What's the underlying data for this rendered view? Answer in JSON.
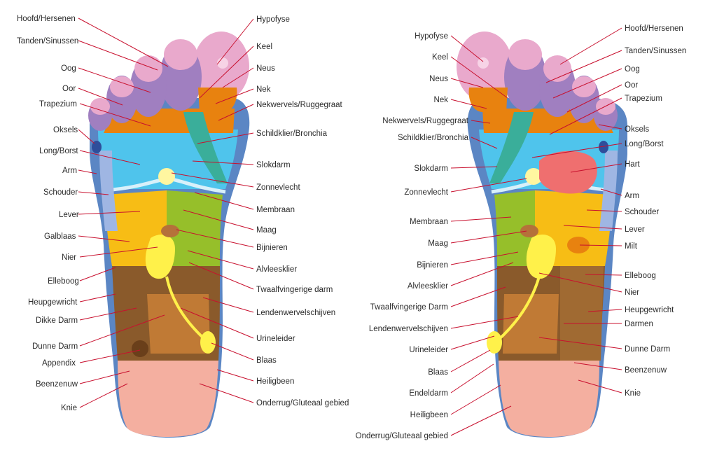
{
  "left_foot": {
    "left_labels": [
      "Hoofd/Hersenen",
      "Tanden/Sinussen",
      "Oog",
      "Oor",
      "Trapezium",
      "Oksels",
      "Long/Borst",
      "Arm",
      "Schouder",
      "Lever",
      "Galblaas",
      "Nier",
      "Elleboog",
      "Heupgewricht",
      "Dikke Darm",
      "Dunne Darm",
      "Appendix",
      "Beenzenuw",
      "Knie"
    ],
    "right_labels": [
      "Hypofyse",
      "Keel",
      "Neus",
      "Nek",
      "Nekwervels/Ruggegraat",
      "Schildklier/Bronchia",
      "Slokdarm",
      "Zonnevlecht",
      "Membraan",
      "Maag",
      "Bijnieren",
      "Alvleesklier",
      "Twaalfvingerige darm",
      "Lendenwervelschijven",
      "Urineleider",
      "Blaas",
      "Heiligbeen",
      "Onderrug/Gluteaal gebied"
    ]
  },
  "right_foot": {
    "left_labels": [
      "Hypofyse",
      "Keel",
      "Neus",
      "Nek",
      "Nekwervels/Ruggegraat",
      "Schildklier/Bronchia",
      "Slokdarm",
      "Zonnevlecht",
      "Membraan",
      "Maag",
      "Bijnieren",
      "Alvleesklier",
      "Twaalfvingerige Darm",
      "Lendenwervelschijven",
      "Urineleider",
      "Blaas",
      "Endeldarm",
      "Heiligbeen",
      "Onderrug/Gluteaal gebied"
    ],
    "right_labels": [
      "Hoofd/Hersenen",
      "Tanden/Sinussen",
      "Oog",
      "Oor",
      "Trapezium",
      "Oksels",
      "Long/Borst",
      "Hart",
      "Arm",
      "Schouder",
      "Lever",
      "Milt",
      "Elleboog",
      "Nier",
      "Heupgewricht",
      "Darmen",
      "Dunne Darm",
      "Beenzenuw",
      "Knie"
    ]
  },
  "colors": {
    "outline_blue": "#5b86c4",
    "toe_pink": "#e9a9cc",
    "toe_purple": "#a07fc0",
    "orange": "#e8820f",
    "light_blue": "#4fc4ec",
    "teal": "#3aae9a",
    "yellow_orange": "#f7bd15",
    "green": "#96bf2a",
    "brown": "#8a5a2b",
    "mid_brown": "#c07a35",
    "heel_pink": "#f4afa0",
    "bright_yellow": "#fff14a",
    "heart_red": "#ef6f6f",
    "leader_red": "#c8102e"
  }
}
